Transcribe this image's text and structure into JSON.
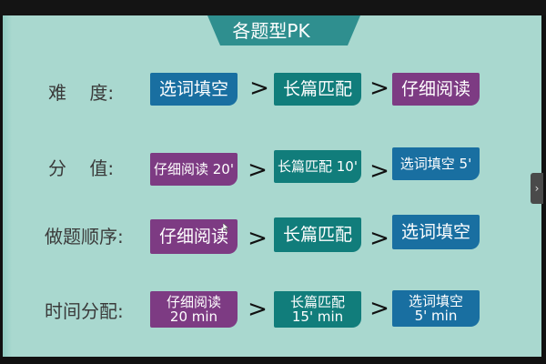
{
  "title": "各题型PK",
  "rows": [
    {
      "label": "难    度:",
      "items": [
        {
          "lines": [
            "选词填空"
          ],
          "color": "#196fa1"
        },
        {
          "lines": [
            "长篇匹配"
          ],
          "color": "#117d7b"
        },
        {
          "lines": [
            "仔细阅读"
          ],
          "color": "#7d3b83"
        }
      ],
      "separator": ">"
    },
    {
      "label": "分    值:",
      "items": [
        {
          "lines": [
            "仔细阅读 20'"
          ],
          "color": "#7d3b83"
        },
        {
          "lines": [
            "长篇匹配 10'"
          ],
          "color": "#117d7b"
        },
        {
          "lines": [
            "选词填空 5'"
          ],
          "color": "#196fa1"
        }
      ],
      "separator": ">"
    },
    {
      "label": "做题顺序:",
      "items": [
        {
          "lines": [
            "仔细阅读"
          ],
          "color": "#7d3b83"
        },
        {
          "lines": [
            "长篇匹配"
          ],
          "color": "#117d7b"
        },
        {
          "lines": [
            "选词填空"
          ],
          "color": "#196fa1"
        }
      ],
      "separator": ">"
    },
    {
      "label": "时间分配:",
      "items": [
        {
          "lines": [
            "仔细阅读",
            "20 min"
          ],
          "color": "#7d3b83"
        },
        {
          "lines": [
            "长篇匹配",
            "15' min"
          ],
          "color": "#117d7b"
        },
        {
          "lines": [
            "选词填空",
            "5' min"
          ],
          "color": "#196fa1"
        }
      ],
      "separator": ">"
    }
  ],
  "icons": {
    "next_slide": "chevron-right-icon",
    "cursor": "mouse-pointer-icon"
  }
}
